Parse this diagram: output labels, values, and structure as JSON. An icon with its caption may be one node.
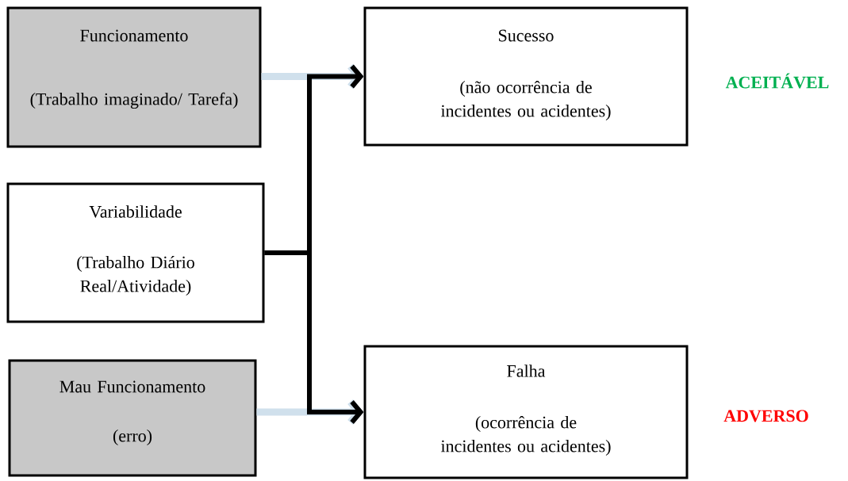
{
  "diagram": {
    "nodes": [
      {
        "text": [
          "Funcionamento",
          "(Trabalho imaginado/ Tarefa)"
        ]
      },
      {
        "text": [
          "Sucesso",
          "(não ocorrência de incidentes ou acidentes)"
        ],
        "beside": [
          "ACEITÁVEL"
        ]
      },
      {
        "text": [
          "Variabilidade",
          "(Trabalho Diário Real/Atividade)"
        ]
      },
      {
        "text": [
          "Mau Funcionamento",
          "(erro)"
        ]
      },
      {
        "text": [
          "Falha",
          "(ocorrência de incidentes ou acidentes)"
        ],
        "beside": [
          "ADVERSO"
        ]
      }
    ],
    "edges": [
      {
        "from": 0,
        "to": 1,
        "arrow": "to",
        "color": "#d0e0ec"
      },
      {
        "from": 2,
        "to": 1,
        "arrow": "to",
        "color": "#000000"
      },
      {
        "from": 2,
        "to": 4,
        "arrow": "to",
        "color": "#000000"
      },
      {
        "from": 3,
        "to": 4,
        "arrow": "to",
        "color": "#d0e0ec"
      }
    ]
  }
}
